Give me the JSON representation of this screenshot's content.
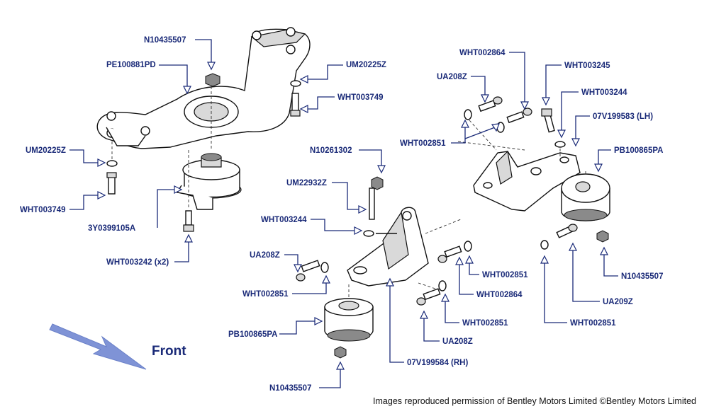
{
  "labels": {
    "l01": "N10435507",
    "l02": "PE100881PD",
    "l03": "UM20225Z",
    "l04": "WHT003749",
    "l05": "UM20225Z",
    "l06": "WHT003749",
    "l07": "3Y0399105A",
    "l08": "WHT003242 (x2)",
    "l09": "N10261302",
    "l10": "UM22932Z",
    "l11": "WHT003244",
    "l12": "UA208Z",
    "l13": "WHT002851",
    "l14": "PB100865PA",
    "l15": "N10435507",
    "l16": "07V199584 (RH)",
    "l17": "UA208Z",
    "l18": "WHT002851",
    "l19": "WHT002864",
    "l20": "WHT002851",
    "l21": "WHT002864",
    "l22": "UA208Z",
    "l23": "WHT002851",
    "l24": "WHT003245",
    "l25": "WHT003244",
    "l26": "07V199583 (LH)",
    "l27": "PB100865PA",
    "l28": "N10435507",
    "l29": "UA209Z",
    "l30": "WHT002851"
  },
  "front_label": "Front",
  "credit": "Images reproduced permission of Bentley Motors Limited ©Bentley Motors Limited",
  "colors": {
    "label": "#1a2a78",
    "arrow": "#7f93d6"
  }
}
